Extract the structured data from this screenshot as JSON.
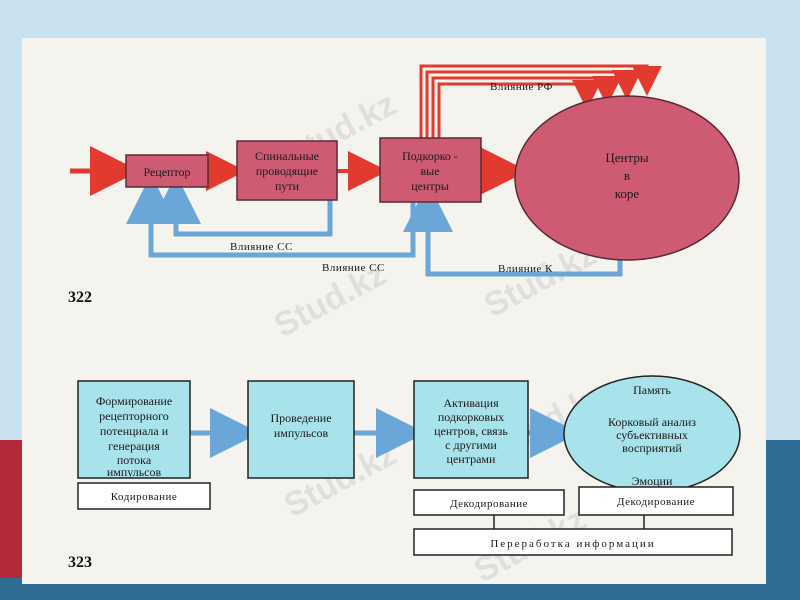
{
  "diagram_322": {
    "figure_number": "322",
    "receptor": "Рецептор",
    "spinal_line1": "Спинальные",
    "spinal_line2": "проводящие",
    "spinal_line3": "пути",
    "subcortical_line1": "Подкорко -",
    "subcortical_line2": "вые",
    "subcortical_line3": "центры",
    "cortex_line1": "Центры",
    "cortex_line2": "в",
    "cortex_line3": "коре",
    "influence_rf": "Влияние РФ",
    "influence_ss_inner": "Влияние СС",
    "influence_ss_outer": "Влияние СС",
    "influence_k": "Влияние К"
  },
  "diagram_323": {
    "figure_number": "323",
    "formation_line1": "Формирование",
    "formation_line2": "рецепторного",
    "formation_line3": "потенциала и",
    "formation_line4": "генерация",
    "formation_line5": "потока",
    "formation_line6": "импульсов",
    "conduction_line1": "Проведение",
    "conduction_line2": "импульсов",
    "activation_line1": "Активация",
    "activation_line2": "подкорковых",
    "activation_line3": "центров, связь",
    "activation_line4": "с другими",
    "activation_line5": "центрами",
    "memory": "Память",
    "analysis_line1": "Корковый анализ",
    "analysis_line2": "субъективных",
    "analysis_line3": "восприятий",
    "emotions": "Эмоции",
    "coding": "Кодирование",
    "decoding_1": "Декодирование",
    "decoding_2": "Декодирование",
    "processing": "Переработка информации"
  },
  "watermark": "Stud.kz",
  "colors": {
    "box_fill": "#cf5b72",
    "ellipse_fill": "#cf5b72",
    "cyan_fill": "#a8e2ea",
    "red_arrow": "#e23a2e",
    "blue_arrow": "#6aa6d8"
  }
}
